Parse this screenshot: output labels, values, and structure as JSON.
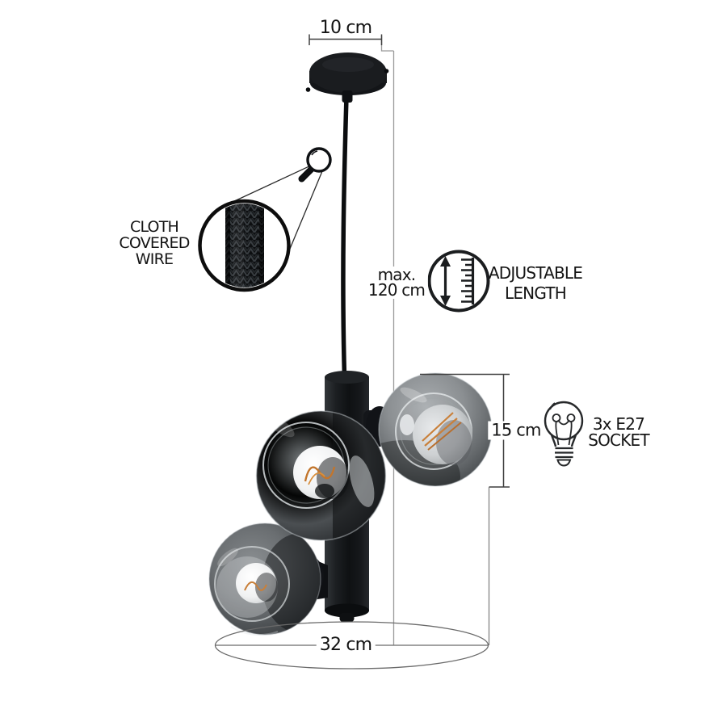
{
  "page": {
    "type": "product dimension diagram",
    "product": "3-globe smoked glass pendant ceiling lamp",
    "background": "#ffffff"
  },
  "annotations": {
    "canopy_width": {
      "text": "10 cm"
    },
    "cloth_wire": {
      "lines": [
        "CLOTH",
        "COVERED",
        "WIRE"
      ]
    },
    "hanging_length": {
      "lines": [
        "max.",
        "120 cm"
      ]
    },
    "adjustable": {
      "lines": [
        "ADJUSTABLE",
        "LENGTH"
      ]
    },
    "globe_diameter": {
      "text": "15 cm"
    },
    "socket": {
      "lines": [
        "3x E27",
        "SOCKET"
      ]
    },
    "fixture_diameter": {
      "text": "32 cm"
    }
  },
  "icons": {
    "magnifier": "magnifier-icon",
    "adjustable_length": "adjustable-length-icon",
    "light_bulb": "light-bulb-icon"
  },
  "colors": {
    "background": "#ffffff",
    "text": "#141414",
    "dimension_line": "#3f3f3f",
    "extension_line": "#9a9a9a",
    "footprint_line": "#6a6a6a",
    "lamp_black": "#17191c",
    "smoked_glass": "#6f7477",
    "filament_orange": "#c9803a"
  }
}
